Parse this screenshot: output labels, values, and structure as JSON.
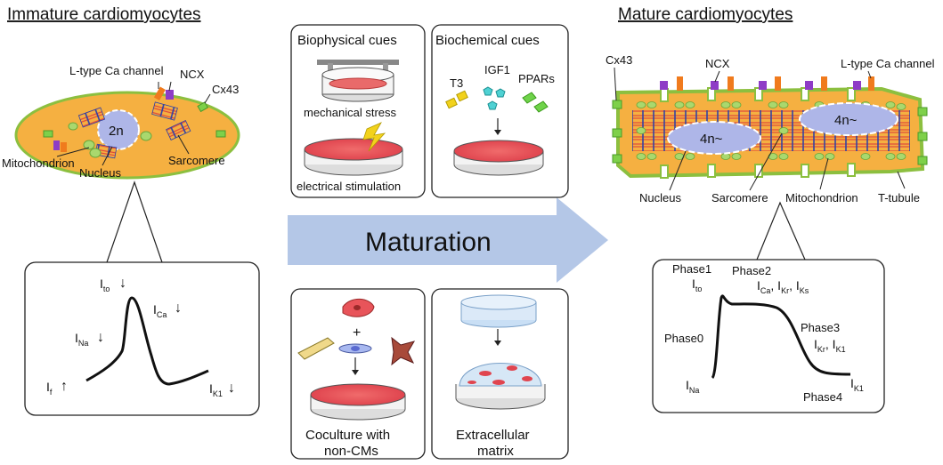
{
  "left": {
    "title": "Immature cardiomyocytes",
    "labels": {
      "ltype": "L-type Ca channel",
      "ncx": "NCX",
      "cx43": "Cx43",
      "mito": "Mitochondrion",
      "nucleus": "Nucleus",
      "sarcomere": "Sarcomere",
      "ploidy": "2n"
    },
    "ap": {
      "ito": {
        "main": "I",
        "sub": "to",
        "arrow": "↓"
      },
      "ica": {
        "main": "I",
        "sub": "Ca",
        "arrow": "↓"
      },
      "ina": {
        "main": "I",
        "sub": "Na",
        "arrow": "↓"
      },
      "if": {
        "main": "I",
        "sub": "f",
        "arrow": "↑"
      },
      "ik1": {
        "main": "I",
        "sub": "K1",
        "arrow": "↓"
      }
    }
  },
  "middle": {
    "biophysical": {
      "title": "Biophysical cues",
      "mech": "mechanical stress",
      "elec": "electrical stimulation"
    },
    "biochemical": {
      "title": "Biochemical cues",
      "t3": "T3",
      "igf1": "IGF1",
      "ppars": "PPARs"
    },
    "maturation": "Maturation",
    "coculture": {
      "line1": "Coculture with",
      "line2": "non-CMs",
      "plus": "+"
    },
    "ecm": {
      "line1": "Extracellular",
      "line2": "matrix"
    }
  },
  "right": {
    "title": "Mature cardiomyocytes",
    "labels": {
      "cx43": "Cx43",
      "ncx": "NCX",
      "ltype": "L-type Ca channel",
      "nucleus": "Nucleus",
      "sarcomere": "Sarcomere",
      "mito": "Mitochondrion",
      "ttubule": "T-tubule",
      "ploidy1": "4n~",
      "ploidy2": "4n~"
    },
    "ap": {
      "phase1": "Phase1",
      "phase2": "Phase2",
      "phase0": "Phase0",
      "phase3": "Phase3",
      "phase4": "Phase4",
      "ito": {
        "main": "I",
        "sub": "to"
      },
      "ica_kr_ks": {
        "m1": "I",
        "s1": "Ca",
        "m2": ", I",
        "s2": "Kr",
        "m3": ", I",
        "s3": "Ks"
      },
      "ikr_ik1": {
        "m1": "I",
        "s1": "Kr",
        "m2": ", I",
        "s2": "K1"
      },
      "ina": {
        "main": "I",
        "sub": "Na"
      },
      "ik1": {
        "main": "I",
        "sub": "K1"
      }
    }
  },
  "colors": {
    "cell_fill": "#f5b041",
    "cell_border": "#8cbf3f",
    "nucleus": "#aeb6e8",
    "arrow": "#b4c7e7",
    "channel_orange": "#f07b1d",
    "channel_purple": "#8e3cc6",
    "cx43_green": "#7ed04a"
  }
}
